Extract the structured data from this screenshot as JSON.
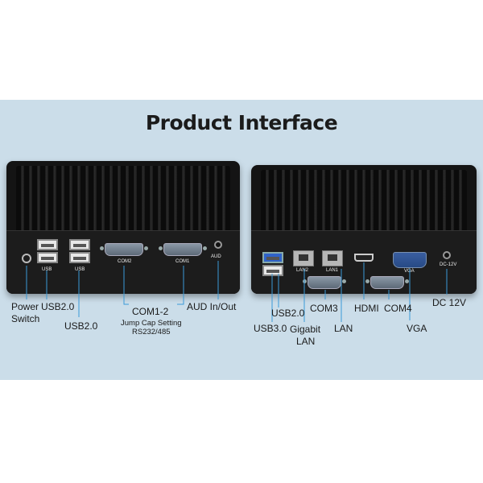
{
  "title": "Product Interface",
  "accent_color": "#3a9ad9",
  "left_device": {
    "port_labels": {
      "usb_a": "USB",
      "usb_b": "USB",
      "com2": "COM2",
      "com1": "COM1",
      "aud": "AUD"
    },
    "callouts": {
      "power_line1": "Power",
      "power_line2": "Switch",
      "usb_top": "USB2.0",
      "usb_bottom": "USB2.0",
      "com": "COM1-2",
      "com_sub1": "Jump Cap Setting",
      "com_sub2": "RS232/485",
      "aud": "AUD In/Out"
    }
  },
  "right_device": {
    "port_labels": {
      "lan2": "LAN2",
      "lan1": "LAN1",
      "vga": "VGA",
      "dc": "DC-12V"
    },
    "callouts": {
      "usb20": "USB2.0",
      "usb30": "USB3.0",
      "gigabit_line1": "Gigabit",
      "gigabit_line2": "LAN",
      "com3": "COM3",
      "lan": "LAN",
      "hdmi": "HDMI",
      "com4": "COM4",
      "vga": "VGA",
      "dc": "DC 12V"
    }
  }
}
